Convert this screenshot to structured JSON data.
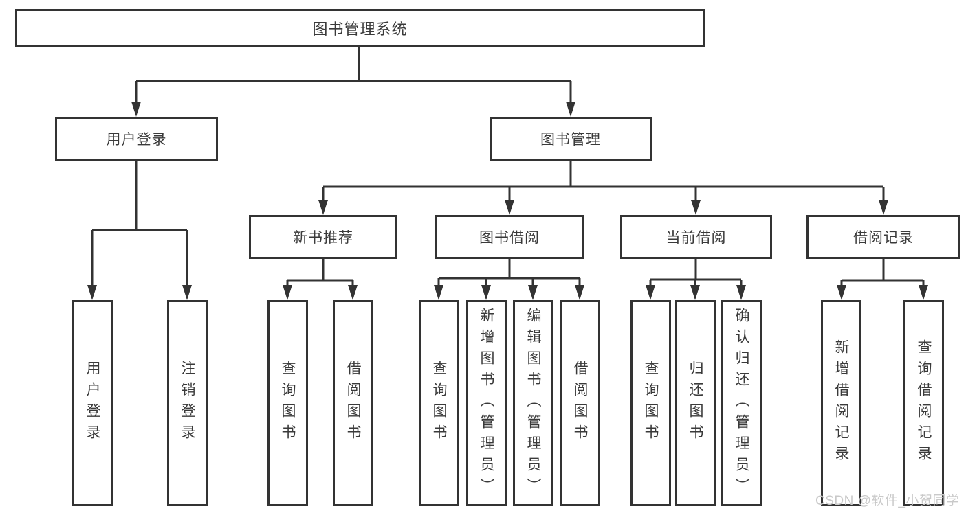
{
  "page": {
    "background": "#ffffff",
    "line_color": "#333333",
    "text_color": "#3a3a3a"
  },
  "tree": {
    "root": {
      "label": "图书管理系统"
    },
    "level2": [
      {
        "label": "用户登录"
      },
      {
        "label": "图书管理"
      }
    ],
    "level3": [
      {
        "label": "新书推荐"
      },
      {
        "label": "图书借阅"
      },
      {
        "label": "当前借阅"
      },
      {
        "label": "借阅记录"
      }
    ],
    "leaves": {
      "user_login": [
        "用户登录",
        "注销登录"
      ],
      "new_book_recommendation": [
        "查询图书",
        "借阅图书"
      ],
      "book_borrowing": [
        "查询图书",
        "新增图书（管理员）",
        "编辑图书（管理员）",
        "借阅图书"
      ],
      "current_borrowing": [
        "查询图书",
        "归还图书",
        "确认归还（管理员）"
      ],
      "borrowing_records": [
        "新增借阅记录",
        "查询借阅记录"
      ]
    }
  },
  "watermark": {
    "text": "CSDN @软件_小贺同学",
    "color": "#c9c9c9"
  }
}
